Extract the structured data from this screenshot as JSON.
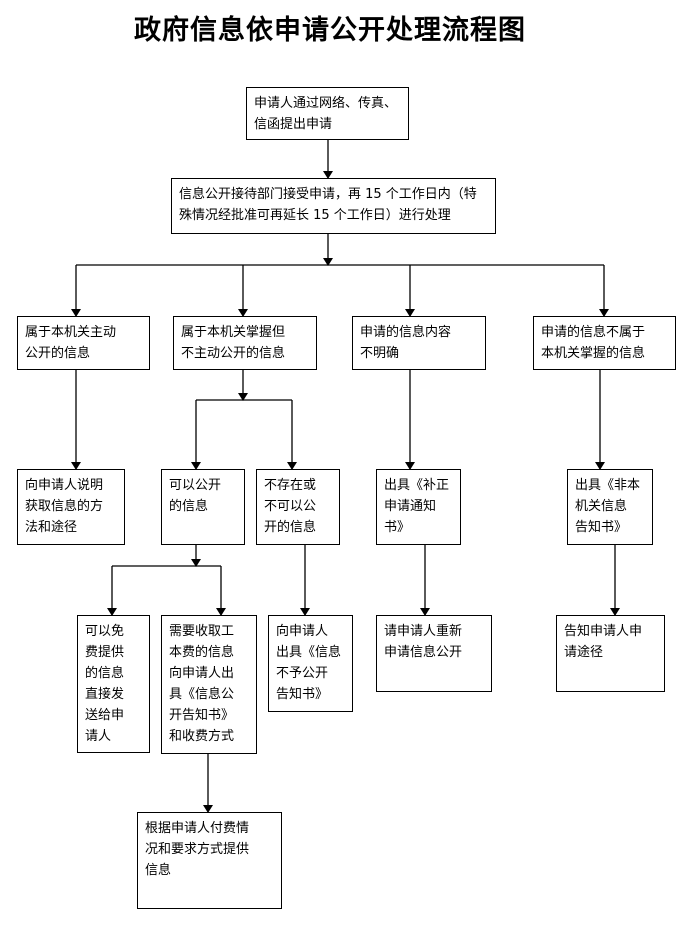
{
  "title": "政府信息依申请公开处理流程图",
  "nodes": {
    "apply": "申请人通过网络、传真、\n信函提出申请",
    "accept": "信息公开接待部门接受申请，再 15 个工作日内（特\n殊情况经批准可再延长 15 个工作日）进行处理",
    "cat_active": "属于本机关主动\n公开的信息",
    "cat_held": "属于本机关掌握但\n不主动公开的信息",
    "cat_unclear": "申请的信息内容\n不明确",
    "cat_notheld": "申请的信息不属于\n本机关掌握的信息",
    "explain": "向申请人说明\n获取信息的方\n法和途径",
    "can_open": "可以公开\n的信息",
    "not_exist": "不存在或\n不可以公\n开的信息",
    "correction": "出具《补正\n申请通知\n书》",
    "not_held_notice": "出具《非本\n机关信息\n告知书》",
    "free": "可以免\n费提供\n的信息\n直接发\n送给申\n请人",
    "fee": "需要收取工\n本费的信息\n向申请人出\n具《信息公\n开告知书》\n和收费方式",
    "refuse": "向申请人\n出具《信息\n不予公开\n告知书》",
    "reapply": "请申请人重新\n申请信息公开",
    "inform_channel": "告知申请人申\n请途径",
    "provide": "根据申请人付费情\n况和要求方式提供\n信息"
  }
}
